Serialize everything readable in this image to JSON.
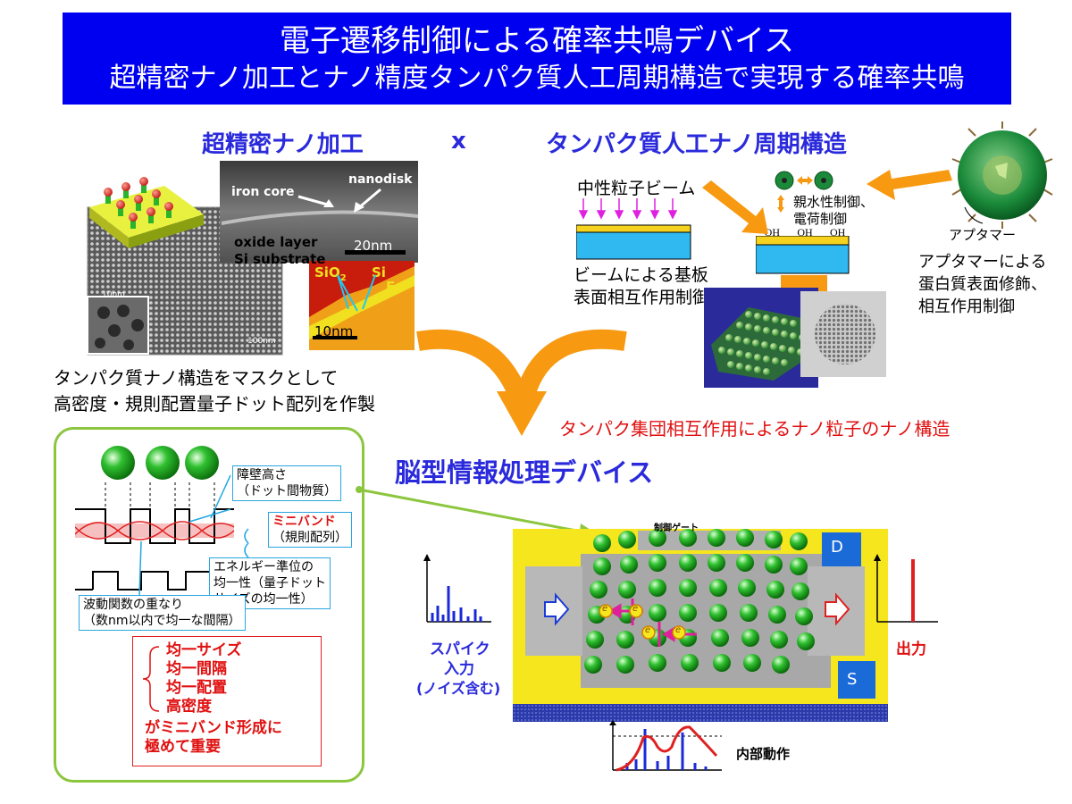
{
  "title": {
    "line1": "電子遷移制御による確率共鳴デバイス",
    "line2": "超精密ナノ加工とナノ精度タンパク質人工周期構造で実現する確率共鳴"
  },
  "sections": {
    "nano_fab": "超精密ナノ加工",
    "times": "x",
    "protein_periodic": "タンパク質人工ナノ周期構造",
    "brain_device": "脳型情報処理デバイス"
  },
  "micrograph": {
    "iron_core": "iron core",
    "nanodisk": "nanodisk",
    "scale_20nm": "20nm",
    "oxide_layer": "oxide layer",
    "si_substrate": "Si substrate",
    "sio2": "SiO",
    "sio2_sub": "2",
    "si": "Si",
    "fe": "Fe",
    "scale_10nm": "10nm",
    "scale_10nm_small": "10nm",
    "scale_100nm": "100nm"
  },
  "caption_left": {
    "line1": "タンパク質ナノ構造をマスクとして",
    "line2": "高密度・規則配置量子ドット配列を作製"
  },
  "beam": {
    "label": "中性粒子ビーム",
    "caption1": "ビームによる基板",
    "caption2": "表面相互作用制御"
  },
  "hydro": {
    "line1": "親水性制御、",
    "line2": "電荷制御",
    "oh": [
      "OH",
      "OH",
      "OH"
    ]
  },
  "aptamer": {
    "label": "アプタマー",
    "caption1": "アプタマーによる",
    "caption2": "蛋白質表面修飾、",
    "caption3": "相互作用制御"
  },
  "nanostructure_caption": "タンパク集団相互作用によるナノ粒子のナノ構造",
  "band": {
    "barrier1": "障壁高さ",
    "barrier2": "（ドット間物質）",
    "miniband": "ミニバンド",
    "miniband2": "（規則配列）",
    "energy1": "エネルギー準位の",
    "energy2": "均一性（量子ドット",
    "energy3": "サイズの均一性）",
    "wave1": "波動関数の重なり",
    "wave2": "（数nm以内で均一な間隔）"
  },
  "requirements": {
    "items": [
      "均一サイズ",
      "均一間隔",
      "均一配置",
      "高密度"
    ],
    "conclusion1": "がミニバンド形成に",
    "conclusion2": "極めて重要"
  },
  "device": {
    "gate": "制御ゲート",
    "drain": "D",
    "source": "S",
    "electron": "e",
    "input1": "スパイク",
    "input2": "入力",
    "input3": "(ノイズ含む)",
    "output": "出力",
    "internal": "内部動作"
  },
  "colors": {
    "banner": "#0000f0",
    "heading": "#2a2adc",
    "red": "#e01010",
    "orange": "#f79a12",
    "green": "#22b422",
    "frame": "#8cc63f",
    "yellow": "#f5e61e"
  }
}
